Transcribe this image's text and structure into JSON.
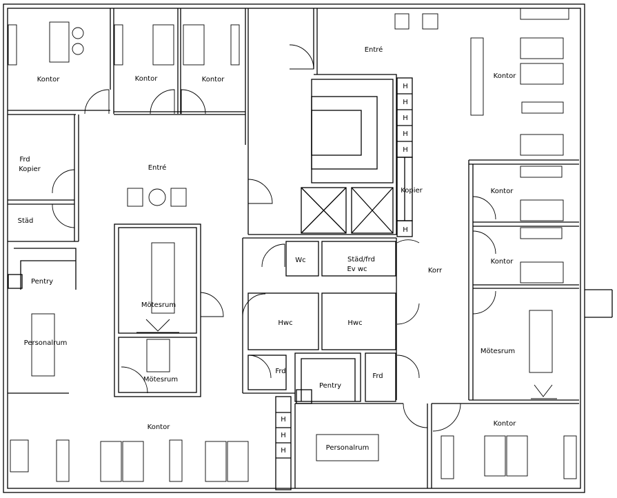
{
  "colors": {
    "line": "#000000",
    "background": "#ffffff"
  },
  "rooms": {
    "kontor_nw": "Kontor",
    "kontor_n2": "Kontor",
    "kontor_n3": "Kontor",
    "entre_ne": "Entré",
    "kontor_ne": "Kontor",
    "frd_kopier_1": "Frd",
    "frd_kopier_2": "Kopier",
    "entre_main": "Entré",
    "stad": "Städ",
    "kopier": "Kopier",
    "kontor_e1": "Kontor",
    "kontor_e2": "Kontor",
    "wc": "Wc",
    "stad_frd_1": "Städ/frd",
    "stad_frd_2": "Ev wc",
    "korr": "Korr",
    "pentry_w": "Pentry",
    "motesrum_c1": "Mötesrum",
    "hwc_1": "Hwc",
    "hwc_2": "Hwc",
    "motesrum_e": "Mötesrum",
    "personalrum_w": "Personalrum",
    "motesrum_c2": "Mötesrum",
    "frd_1": "Frd",
    "frd_2": "Frd",
    "pentry_s": "Pentry",
    "kontor_sw": "Kontor",
    "kontor_se": "Kontor",
    "personalrum_s": "Personalrum"
  },
  "h_label": "H"
}
